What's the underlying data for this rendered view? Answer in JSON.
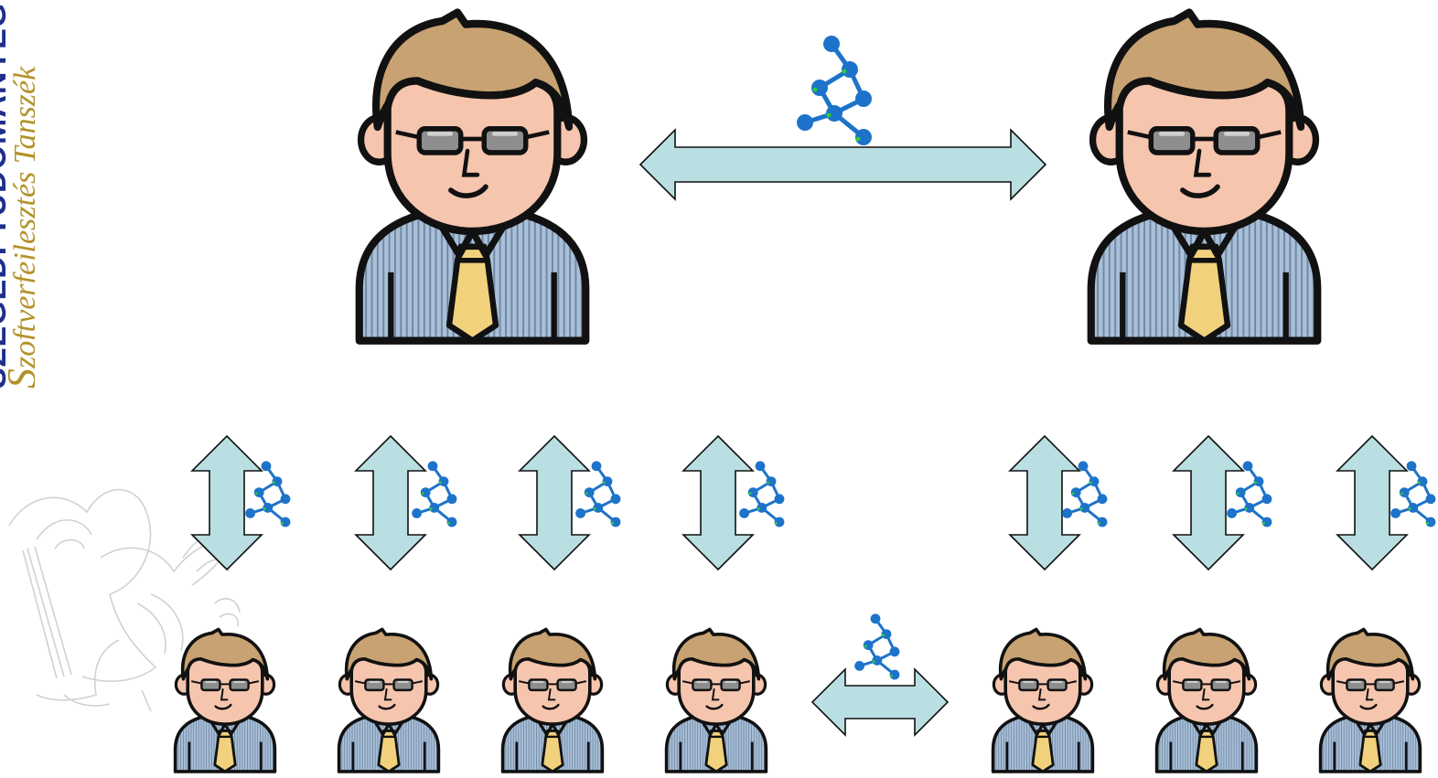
{
  "sidebar": {
    "university_text": "SZEGEDI TUDOMÁNYEGYETEM",
    "department_initial": "S",
    "department_rest": "zoftverfejlesztés Tanszék"
  },
  "colors": {
    "arrow_fill": "#b9dfe2",
    "outline": "#111111",
    "hair": "#c8a272",
    "skin": "#f6c5ae",
    "shirt": "#a9c0d8",
    "tie": "#f1d17c",
    "molecule": "#1d73c9",
    "molecule_highlight": "#2bd02b",
    "department_text": "#b3932a",
    "university_text": "#1f2f8c"
  },
  "icons": [
    "person-icon",
    "molecule-icon",
    "double-arrow-icon",
    "griffin-logo"
  ]
}
